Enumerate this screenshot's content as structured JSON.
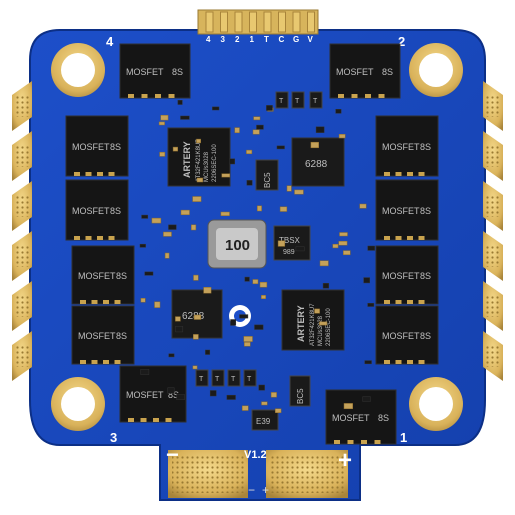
{
  "board": {
    "header_pins": [
      "4",
      "3",
      "2",
      "1",
      "T",
      "C",
      "G",
      "V"
    ],
    "corner_labels": {
      "top_left": "4",
      "top_right": "2",
      "bottom_left": "3",
      "bottom_right": "1"
    },
    "version": "V1.2",
    "minus_sign": "−",
    "plus_sign": "+",
    "pad_minus": "−",
    "pad_plus": "+",
    "inductor_value": "100",
    "tbsx_text": "TBSX",
    "tbsx_sub": "989",
    "bc5_top": "BC5",
    "bc5_bottom": "BC5",
    "e39": "E39",
    "t_labels": [
      "T",
      "T",
      "T",
      "T"
    ],
    "chip_6288_top": "6288",
    "chip_6288_left": "6288",
    "mcu_top_lines": [
      "ARTERY",
      "AT32F421K8U7",
      "MCUs3028",
      "2206SEC-100"
    ],
    "mcu_bottom_lines": [
      "ARTERY",
      "AT32F421K8U7",
      "MCUs3028",
      "2206SEC-100"
    ],
    "mosfet_label": "MOSFET",
    "mosfet_rating": "8S"
  }
}
